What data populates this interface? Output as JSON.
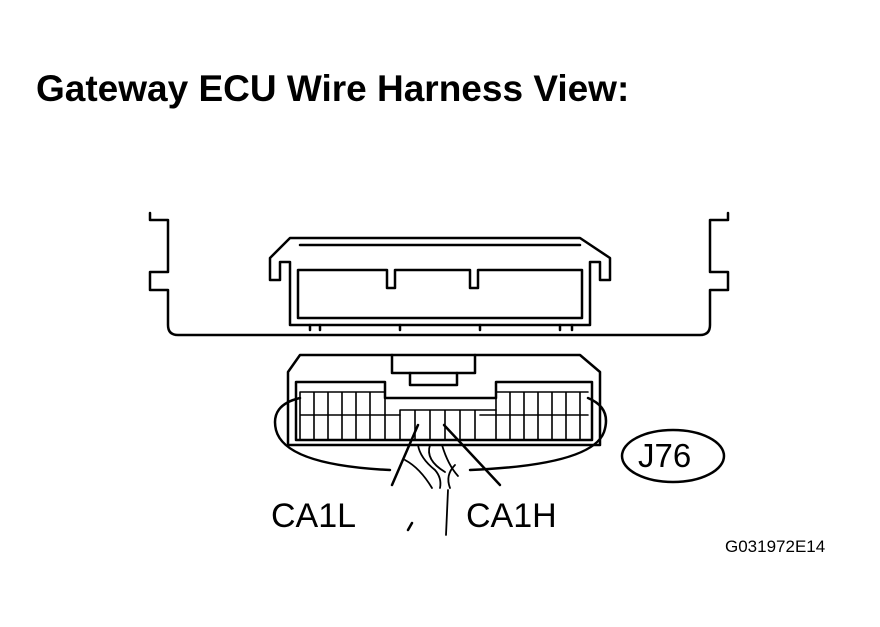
{
  "title": "Gateway ECU Wire Harness View:",
  "connector_id": "J76",
  "pins": {
    "left_label": "CA1L",
    "right_label": "CA1H"
  },
  "figure_code": "G031972E14"
}
